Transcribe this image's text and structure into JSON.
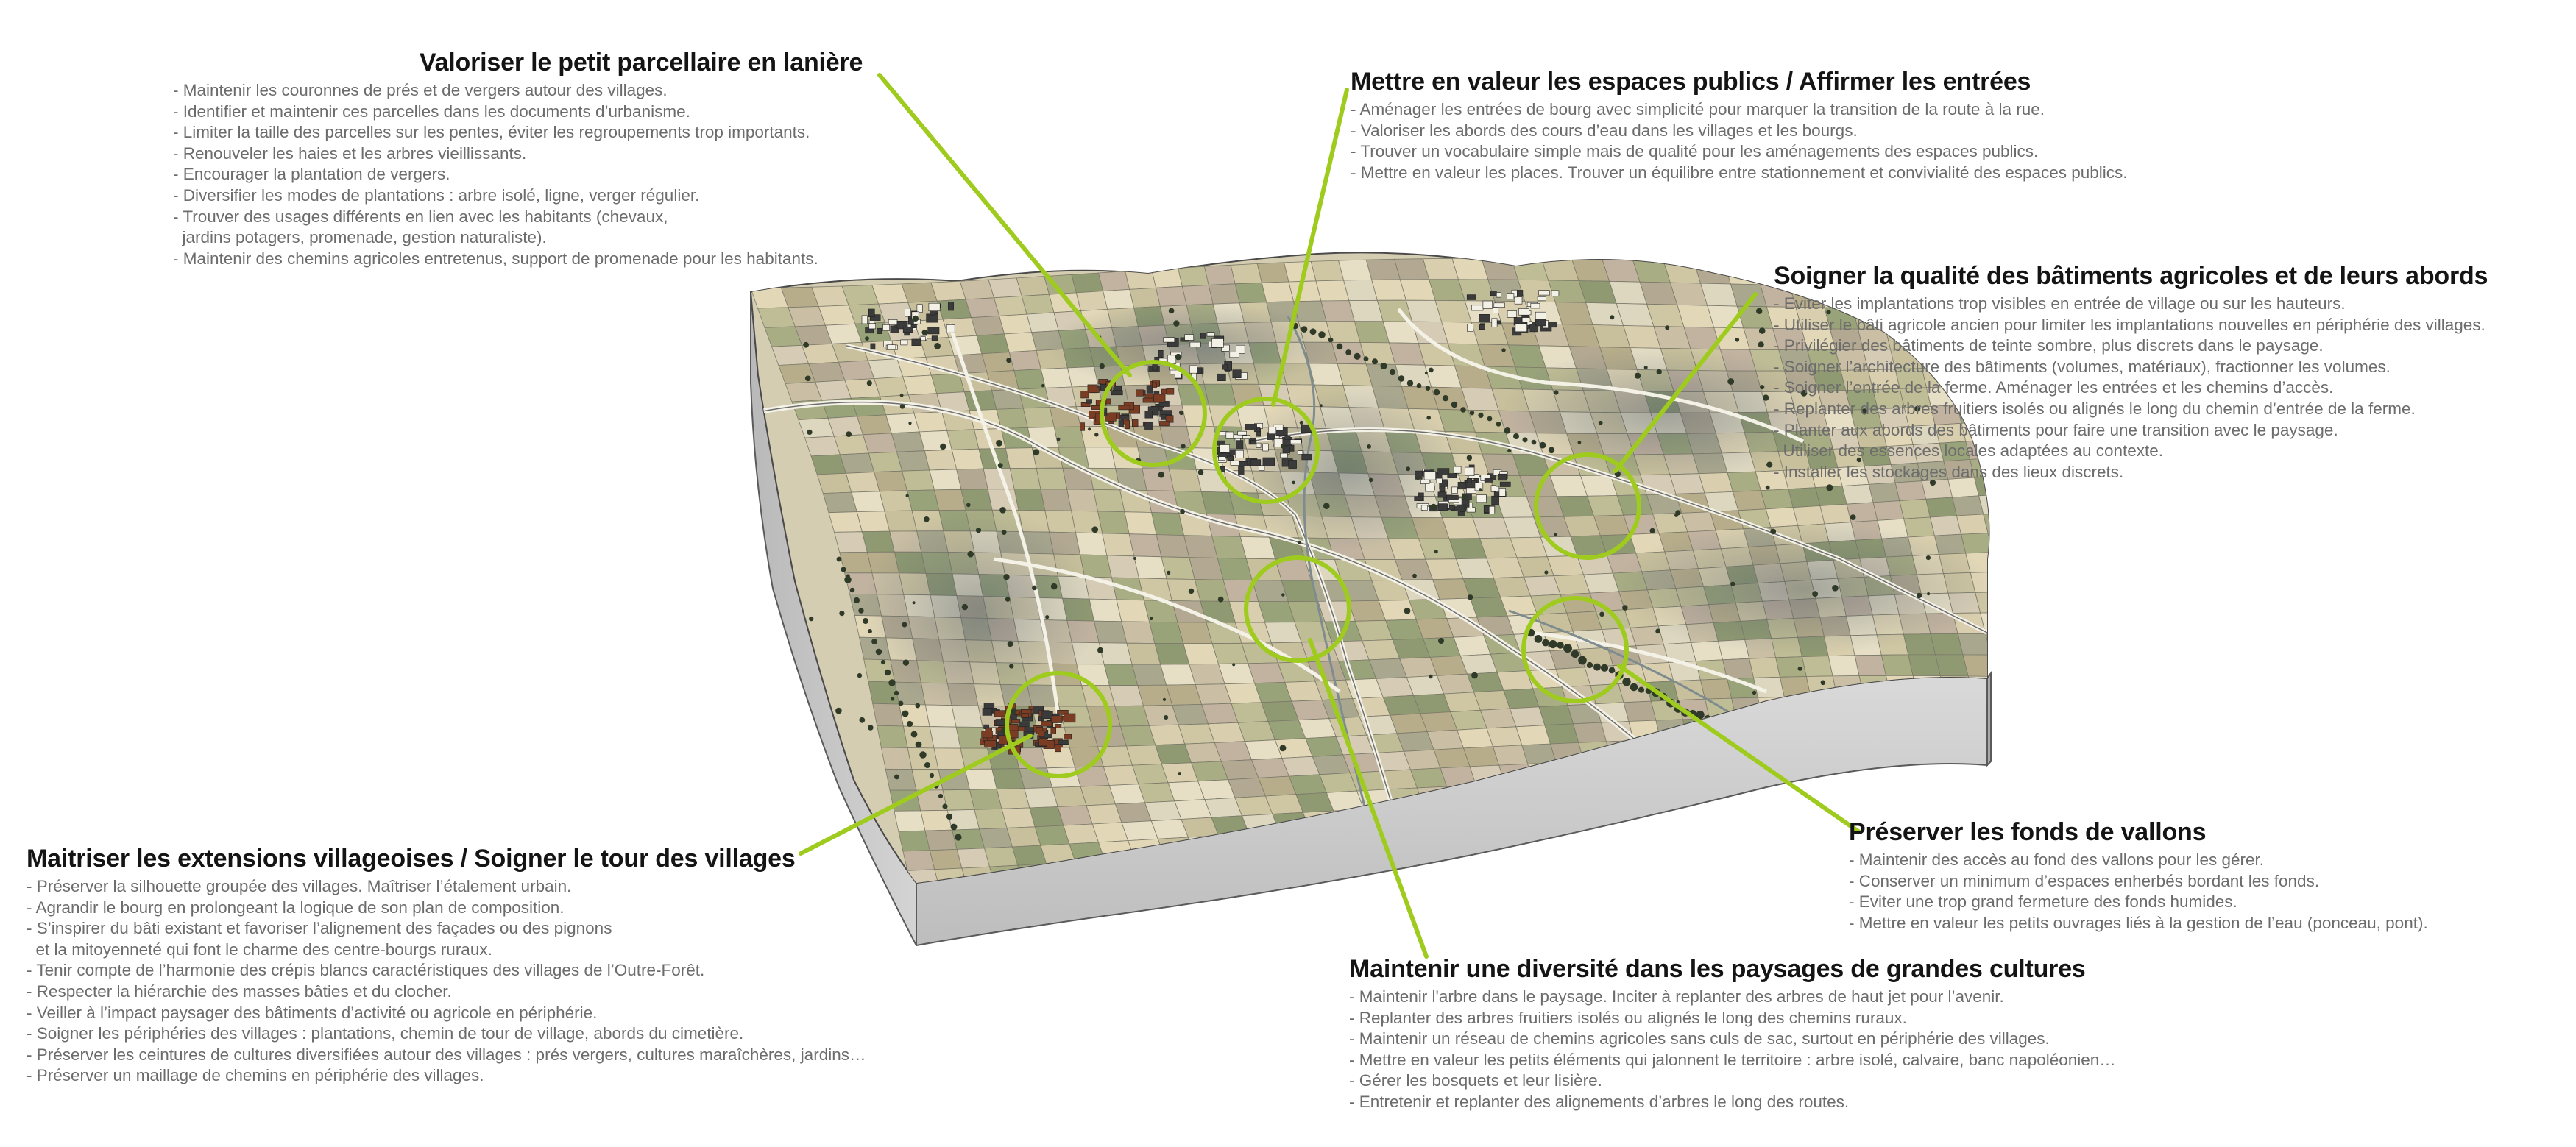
{
  "colors": {
    "callout": "#9ecb1d",
    "title": "#141414",
    "bullet": "#6c6c6c",
    "terrain_side": "#cdcdcd",
    "terrain_edge": "#5a5a5a"
  },
  "callouts": [
    {
      "id": "parcellaire",
      "title": "Valoriser le petit parcellaire en lanière",
      "items": [
        "- Maintenir les couronnes de prés et de vergers autour des villages.",
        "- Identifier et maintenir ces parcelles dans les documents d’urbanisme.",
        "- Limiter la taille des parcelles sur les pentes, éviter les regroupements trop importants.",
        "- Renouveler les haies et les arbres vieillissants.",
        "- Encourager la plantation de vergers.",
        "- Diversifier les modes de plantations : arbre isolé, ligne, verger régulier.",
        "- Trouver des usages différents en lien avec les habitants (chevaux,",
        "  jardins potagers, promenade, gestion naturaliste).",
        "- Maintenir des chemins agricoles entretenus, support de promenade pour les habitants."
      ]
    },
    {
      "id": "espaces-publics",
      "title": "Mettre en valeur les espaces publics / Affirmer les entrées",
      "items": [
        "- Aménager les entrées de bourg avec simplicité pour marquer la transition de la route à la rue.",
        "- Valoriser les abords des cours d’eau dans les villages et les bourgs.",
        "- Trouver un vocabulaire simple mais de qualité pour les aménagements des espaces publics.",
        "- Mettre en valeur les places. Trouver un équilibre entre stationnement et convivialité des espaces publics."
      ]
    },
    {
      "id": "batiments-agricoles",
      "title": "Soigner la qualité des bâtiments agricoles et de leurs abords",
      "items": [
        "- Eviter les implantations trop visibles en entrée de village ou sur les hauteurs.",
        "- Utiliser le bâti agricole ancien pour limiter les implantations nouvelles en périphérie des villages.",
        "- Privilégier des bâtiments de teinte sombre, plus discrets dans le paysage.",
        "- Soigner l’architecture des bâtiments (volumes, matériaux), fractionner les volumes.",
        "- Soigner l’entrée de la ferme. Aménager les entrées et les chemins d’accès.",
        "- Replanter des arbres fruitiers isolés ou alignés le long du chemin d’entrée de la ferme.",
        "- Planter aux abords des bâtiments pour faire une transition avec le paysage.",
        "  Utiliser des essences locales adaptées au contexte.",
        "- Installer les stockages dans des lieux discrets."
      ]
    },
    {
      "id": "extensions",
      "title": "Maitriser les extensions villageoises / Soigner le tour des villages",
      "items": [
        "- Préserver la silhouette groupée des villages. Maîtriser l’étalement urbain.",
        "- Agrandir le bourg en prolongeant la logique de son plan de composition.",
        "- S’inspirer du bâti existant et favoriser l’alignement des façades ou des pignons",
        "  et la mitoyenneté qui font le charme des centre-bourgs ruraux.",
        "- Tenir compte de l’harmonie des crépis blancs caractéristiques des villages de l’Outre-Forêt.",
        "- Respecter la hiérarchie des masses bâties et du clocher.",
        "- Veiller à l’impact paysager des bâtiments d’activité ou agricole en périphérie.",
        "- Soigner les périphéries des villages : plantations, chemin de tour de village, abords du cimetière.",
        "- Préserver les ceintures de cultures diversifiées autour des villages : prés vergers, cultures maraîchères, jardins…",
        "- Préserver un maillage de chemins en périphérie des villages."
      ]
    },
    {
      "id": "fonds-vallons",
      "title": "Préserver les fonds de vallons",
      "items": [
        "- Maintenir des accès au fond des vallons pour les gérer.",
        "- Conserver un minimum d’espaces enherbés bordant les fonds.",
        "- Eviter une trop grand fermeture des fonds humides.",
        "- Mettre en valeur les petits ouvrages liés à la gestion de l’eau (ponceau, pont)."
      ]
    },
    {
      "id": "grandes-cultures",
      "title": "Maintenir une diversité dans les paysages de grandes cultures",
      "items": [
        "- Maintenir l'arbre dans le paysage. Inciter à replanter des arbres de haut jet pour l’avenir.",
        "- Replanter des arbres fruitiers isolés ou alignés le long des chemins ruraux.",
        "- Maintenir un réseau de chemins agricoles sans culs de sac, surtout en périphérie des villages.",
        "- Mettre en valeur les petits éléments qui jalonnent le territoire : arbre isolé, calvaire, banc napoléonien…",
        "- Gérer les bosquets et leur lisière.",
        "- Entretenir et replanter des alignements d’arbres le long des routes."
      ]
    }
  ]
}
